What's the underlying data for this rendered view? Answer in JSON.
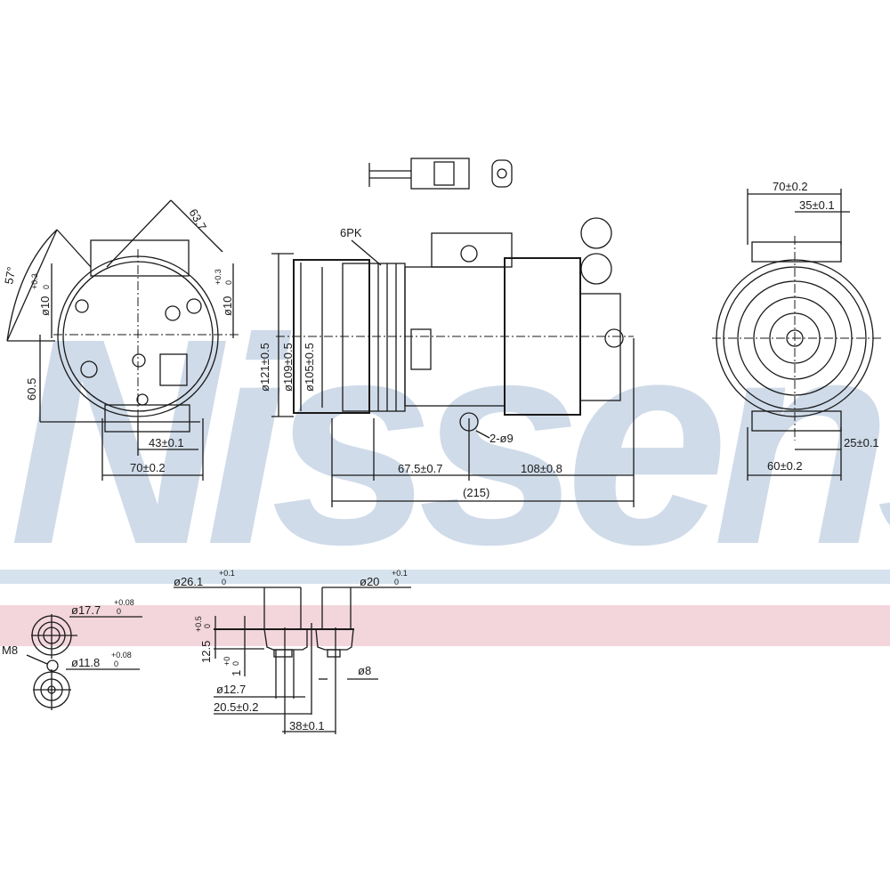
{
  "watermark": "Nissens",
  "colors": {
    "band_blue": "#d6e3ee",
    "band_pink": "#f3d5dc",
    "watermark": "#bfd0e2",
    "line": "#1a1a1a"
  },
  "front_view": {
    "angle": "57°",
    "hole_left": {
      "value": "ø10",
      "tol_upper": "+0.3",
      "tol_lower": "0"
    },
    "hole_right": {
      "value": "ø10",
      "tol_upper": "+0.3",
      "tol_lower": "0"
    },
    "diag": "63.7",
    "height": "60.5",
    "dim_43": "43±0.1",
    "dim_70": "70±0.2"
  },
  "side_view": {
    "belt": "6PK",
    "d121": "ø121±0.5",
    "d109": "ø109±0.5",
    "d105": "ø105±0.5",
    "holes": "2-ø9",
    "dim_675": "67.5±0.7",
    "dim_108": "108±0.8",
    "total": "(215)"
  },
  "rear_view": {
    "dim_70": "70±0.2",
    "dim_35": "35±0.1",
    "dim_25": "25±0.1",
    "dim_60": "60±0.2"
  },
  "port_detail": {
    "d177": {
      "value": "ø17.7",
      "tol_upper": "+0.08",
      "tol_lower": "0"
    },
    "m8": "M8",
    "d118": {
      "value": "ø11.8",
      "tol_upper": "+0.08",
      "tol_lower": "0"
    },
    "d261": {
      "value": "ø26.1",
      "tol_upper": "+0.1",
      "tol_lower": "0"
    },
    "d20": {
      "value": "ø20",
      "tol_upper": "+0.1",
      "tol_lower": "0"
    },
    "h125": {
      "value": "12.5",
      "tol_upper": "+0.5",
      "tol_lower": "0"
    },
    "h1": {
      "value": "1",
      "tol_upper": "+0",
      "tol_lower": "0"
    },
    "d127": "ø12.7",
    "dim_205": "20.5±0.2",
    "dim_38": "38±0.1",
    "d8": "ø8"
  }
}
